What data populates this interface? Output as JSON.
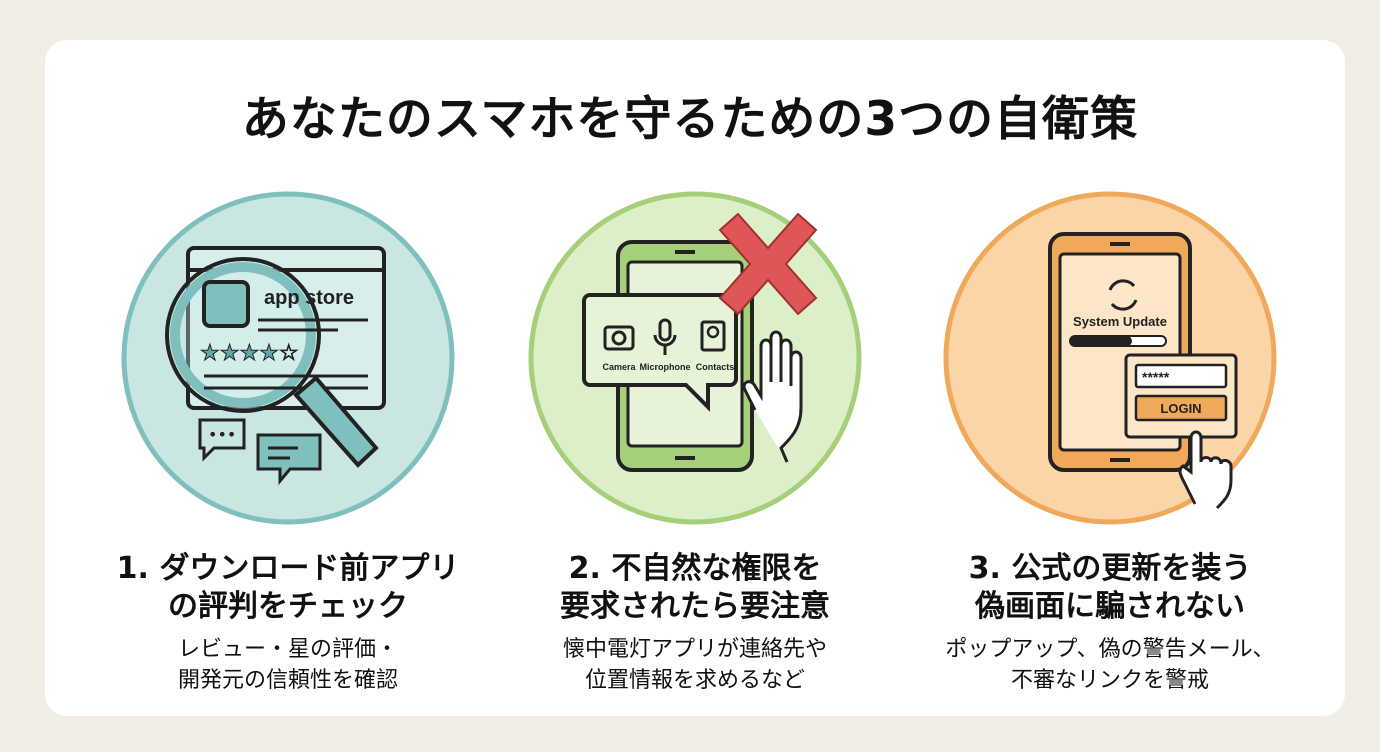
{
  "title": "あなたのスマホを守るための3つの自衛策",
  "colors": {
    "teal": "#7fbfbd",
    "green": "#a6cf7a",
    "orange": "#f0a85a",
    "red": "#e05555"
  },
  "tips": [
    {
      "heading_line1": "1. ダウンロード前アプリ",
      "heading_line2": "の評判をチェック",
      "desc_line1": "レビュー・星の評価・",
      "desc_line2": "開発元の信頼性を確認",
      "illustration": {
        "icon": "magnifier-app-store-icon",
        "store_label": "app store"
      }
    },
    {
      "heading_line1": "2. 不自然な権限を",
      "heading_line2": "要求されたら要注意",
      "desc_line1": "懐中電灯アプリが連絡先や",
      "desc_line2": "位置情報を求めるなど",
      "illustration": {
        "icon": "permission-denied-icon",
        "labels": [
          "Camera",
          "Microphone",
          "Contacts"
        ]
      }
    },
    {
      "heading_line1": "3. 公式の更新を装う",
      "heading_line2": "偽画面に騙されない",
      "desc_line1": "ポップアップ、偽の警告メール、",
      "desc_line2": "不審なリンクを警戒",
      "illustration": {
        "icon": "fake-update-login-icon",
        "update_label": "System Update",
        "password_mask": "*****",
        "login_label": "LOGIN"
      }
    }
  ]
}
